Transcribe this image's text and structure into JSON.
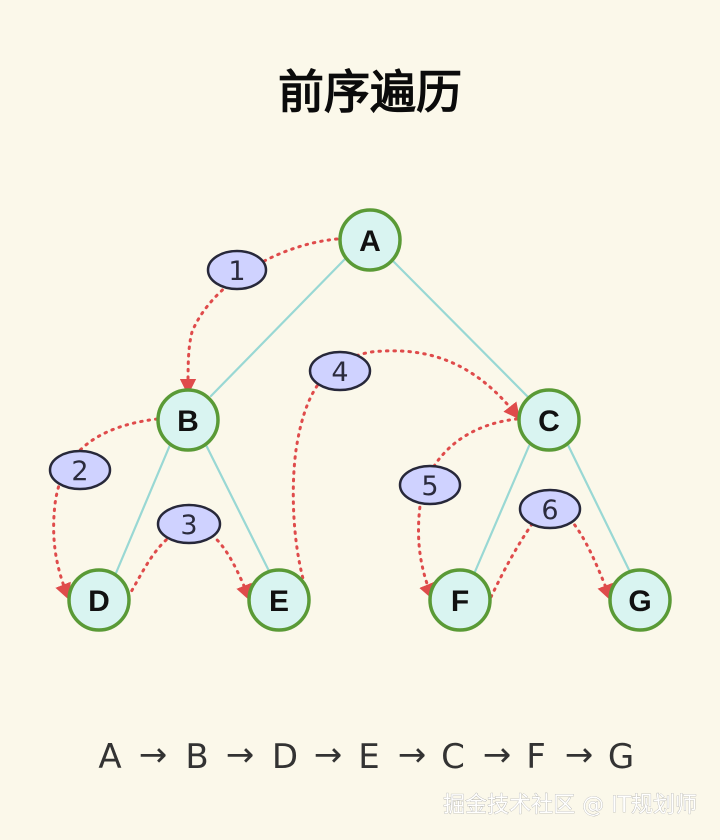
{
  "title": "前序遍历",
  "nodes": [
    "A",
    "B",
    "C",
    "D",
    "E",
    "F",
    "G"
  ],
  "steps": [
    "1",
    "2",
    "3",
    "4",
    "5",
    "6"
  ],
  "traversal": {
    "sequence": [
      "A",
      "B",
      "D",
      "E",
      "C",
      "F",
      "G"
    ],
    "separator": "→"
  },
  "watermark": "掘金技术社区 @ IT规划师",
  "colors": {
    "background": "#fbf8ea",
    "node_fill": "#d9f4f1",
    "node_stroke": "#5a9a36",
    "edge": "#99d8d4",
    "step_fill": "#cfd2ff",
    "step_stroke": "#27283a",
    "arrow": "#df4b4b"
  }
}
